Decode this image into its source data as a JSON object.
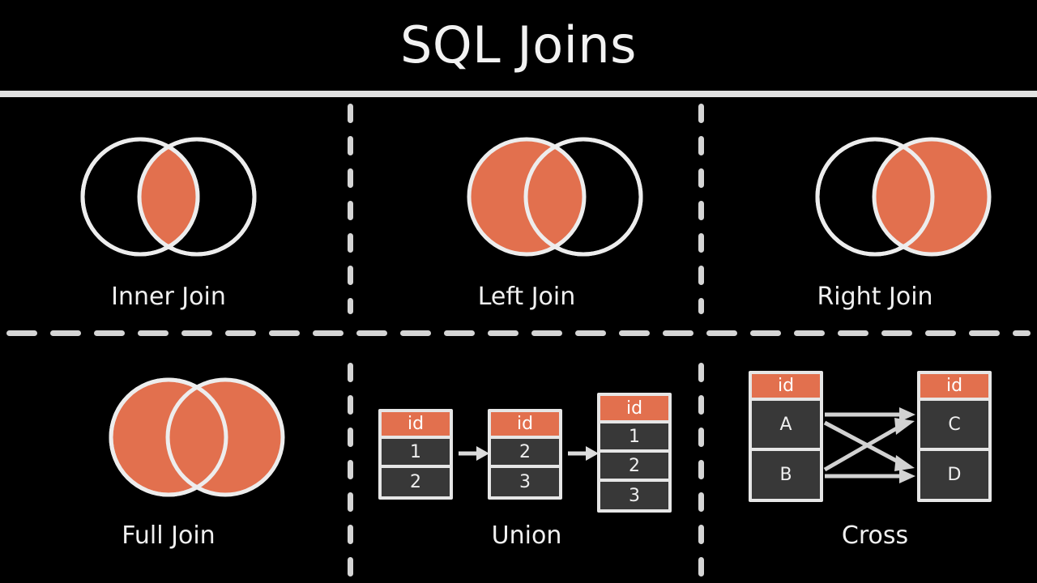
{
  "page": {
    "title": "SQL Joins",
    "background_color": "#000000",
    "accent_color": "#e2704e",
    "outline_color": "#ededed",
    "cell_color": "#383838",
    "divider_color": "#d5d5d5"
  },
  "panels": [
    {
      "id": "inner-join",
      "label": "Inner Join",
      "type": "venn",
      "fill": "intersection",
      "description": "Two outlined circles with only the overlapping lens filled"
    },
    {
      "id": "left-join",
      "label": "Left Join",
      "type": "venn",
      "fill": "left",
      "description": "Left circle fully filled, right circle outlined only"
    },
    {
      "id": "right-join",
      "label": "Right Join",
      "type": "venn",
      "fill": "right",
      "description": "Right circle fully filled, left circle outlined only"
    },
    {
      "id": "full-join",
      "label": "Full Join",
      "type": "venn",
      "fill": "both",
      "description": "Both circles fully filled"
    },
    {
      "id": "union",
      "label": "Union",
      "type": "tables",
      "description": "Two source tables combined into a deduplicated result table"
    },
    {
      "id": "cross",
      "label": "Cross",
      "type": "tables",
      "description": "Every row of left table paired with every row of right table"
    }
  ],
  "union": {
    "label": "Union",
    "tables": [
      {
        "header": "id",
        "rows": [
          "1",
          "2"
        ]
      },
      {
        "header": "id",
        "rows": [
          "2",
          "3"
        ]
      },
      {
        "header": "id",
        "rows": [
          "1",
          "2",
          "3"
        ]
      }
    ],
    "arrows": [
      "arrow-right",
      "arrow-right"
    ]
  },
  "cross": {
    "label": "Cross",
    "left_table": {
      "header": "id",
      "rows": [
        "A",
        "B"
      ]
    },
    "right_table": {
      "header": "id",
      "rows": [
        "C",
        "D"
      ]
    },
    "connections": [
      {
        "from": "A",
        "to": "C"
      },
      {
        "from": "A",
        "to": "D"
      },
      {
        "from": "B",
        "to": "C"
      },
      {
        "from": "B",
        "to": "D"
      }
    ]
  }
}
